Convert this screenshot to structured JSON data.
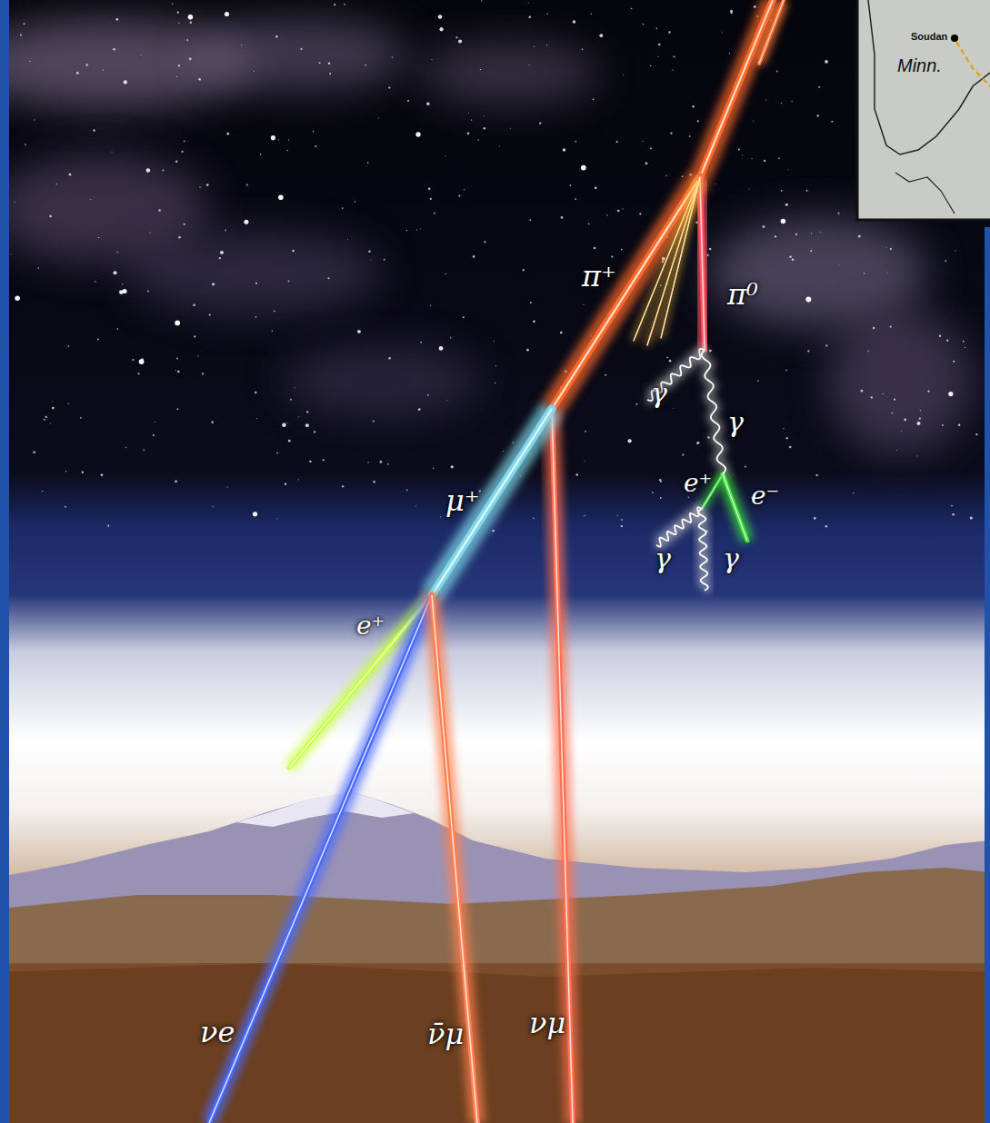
{
  "diagram": {
    "labels": [
      "Soudan",
      "Minn.",
      "π⁺",
      "π⁰",
      "γ",
      "γ",
      "e⁺",
      "e⁻",
      "γ",
      "γ",
      "μ⁺",
      "e⁺",
      "νe",
      "ν̄μ",
      "νμ"
    ]
  }
}
